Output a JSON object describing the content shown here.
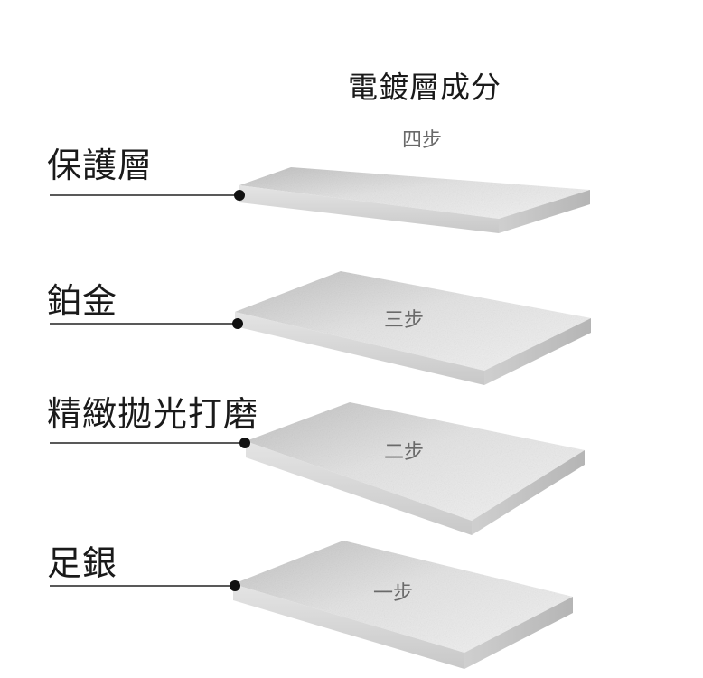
{
  "title": "電鍍層成分",
  "layers": [
    {
      "label": "保護層",
      "step": "四步"
    },
    {
      "label": "鉑金",
      "step": "三步"
    },
    {
      "label": "精緻拋光打磨",
      "step": "二步"
    },
    {
      "label": "足銀",
      "step": "一步"
    }
  ]
}
